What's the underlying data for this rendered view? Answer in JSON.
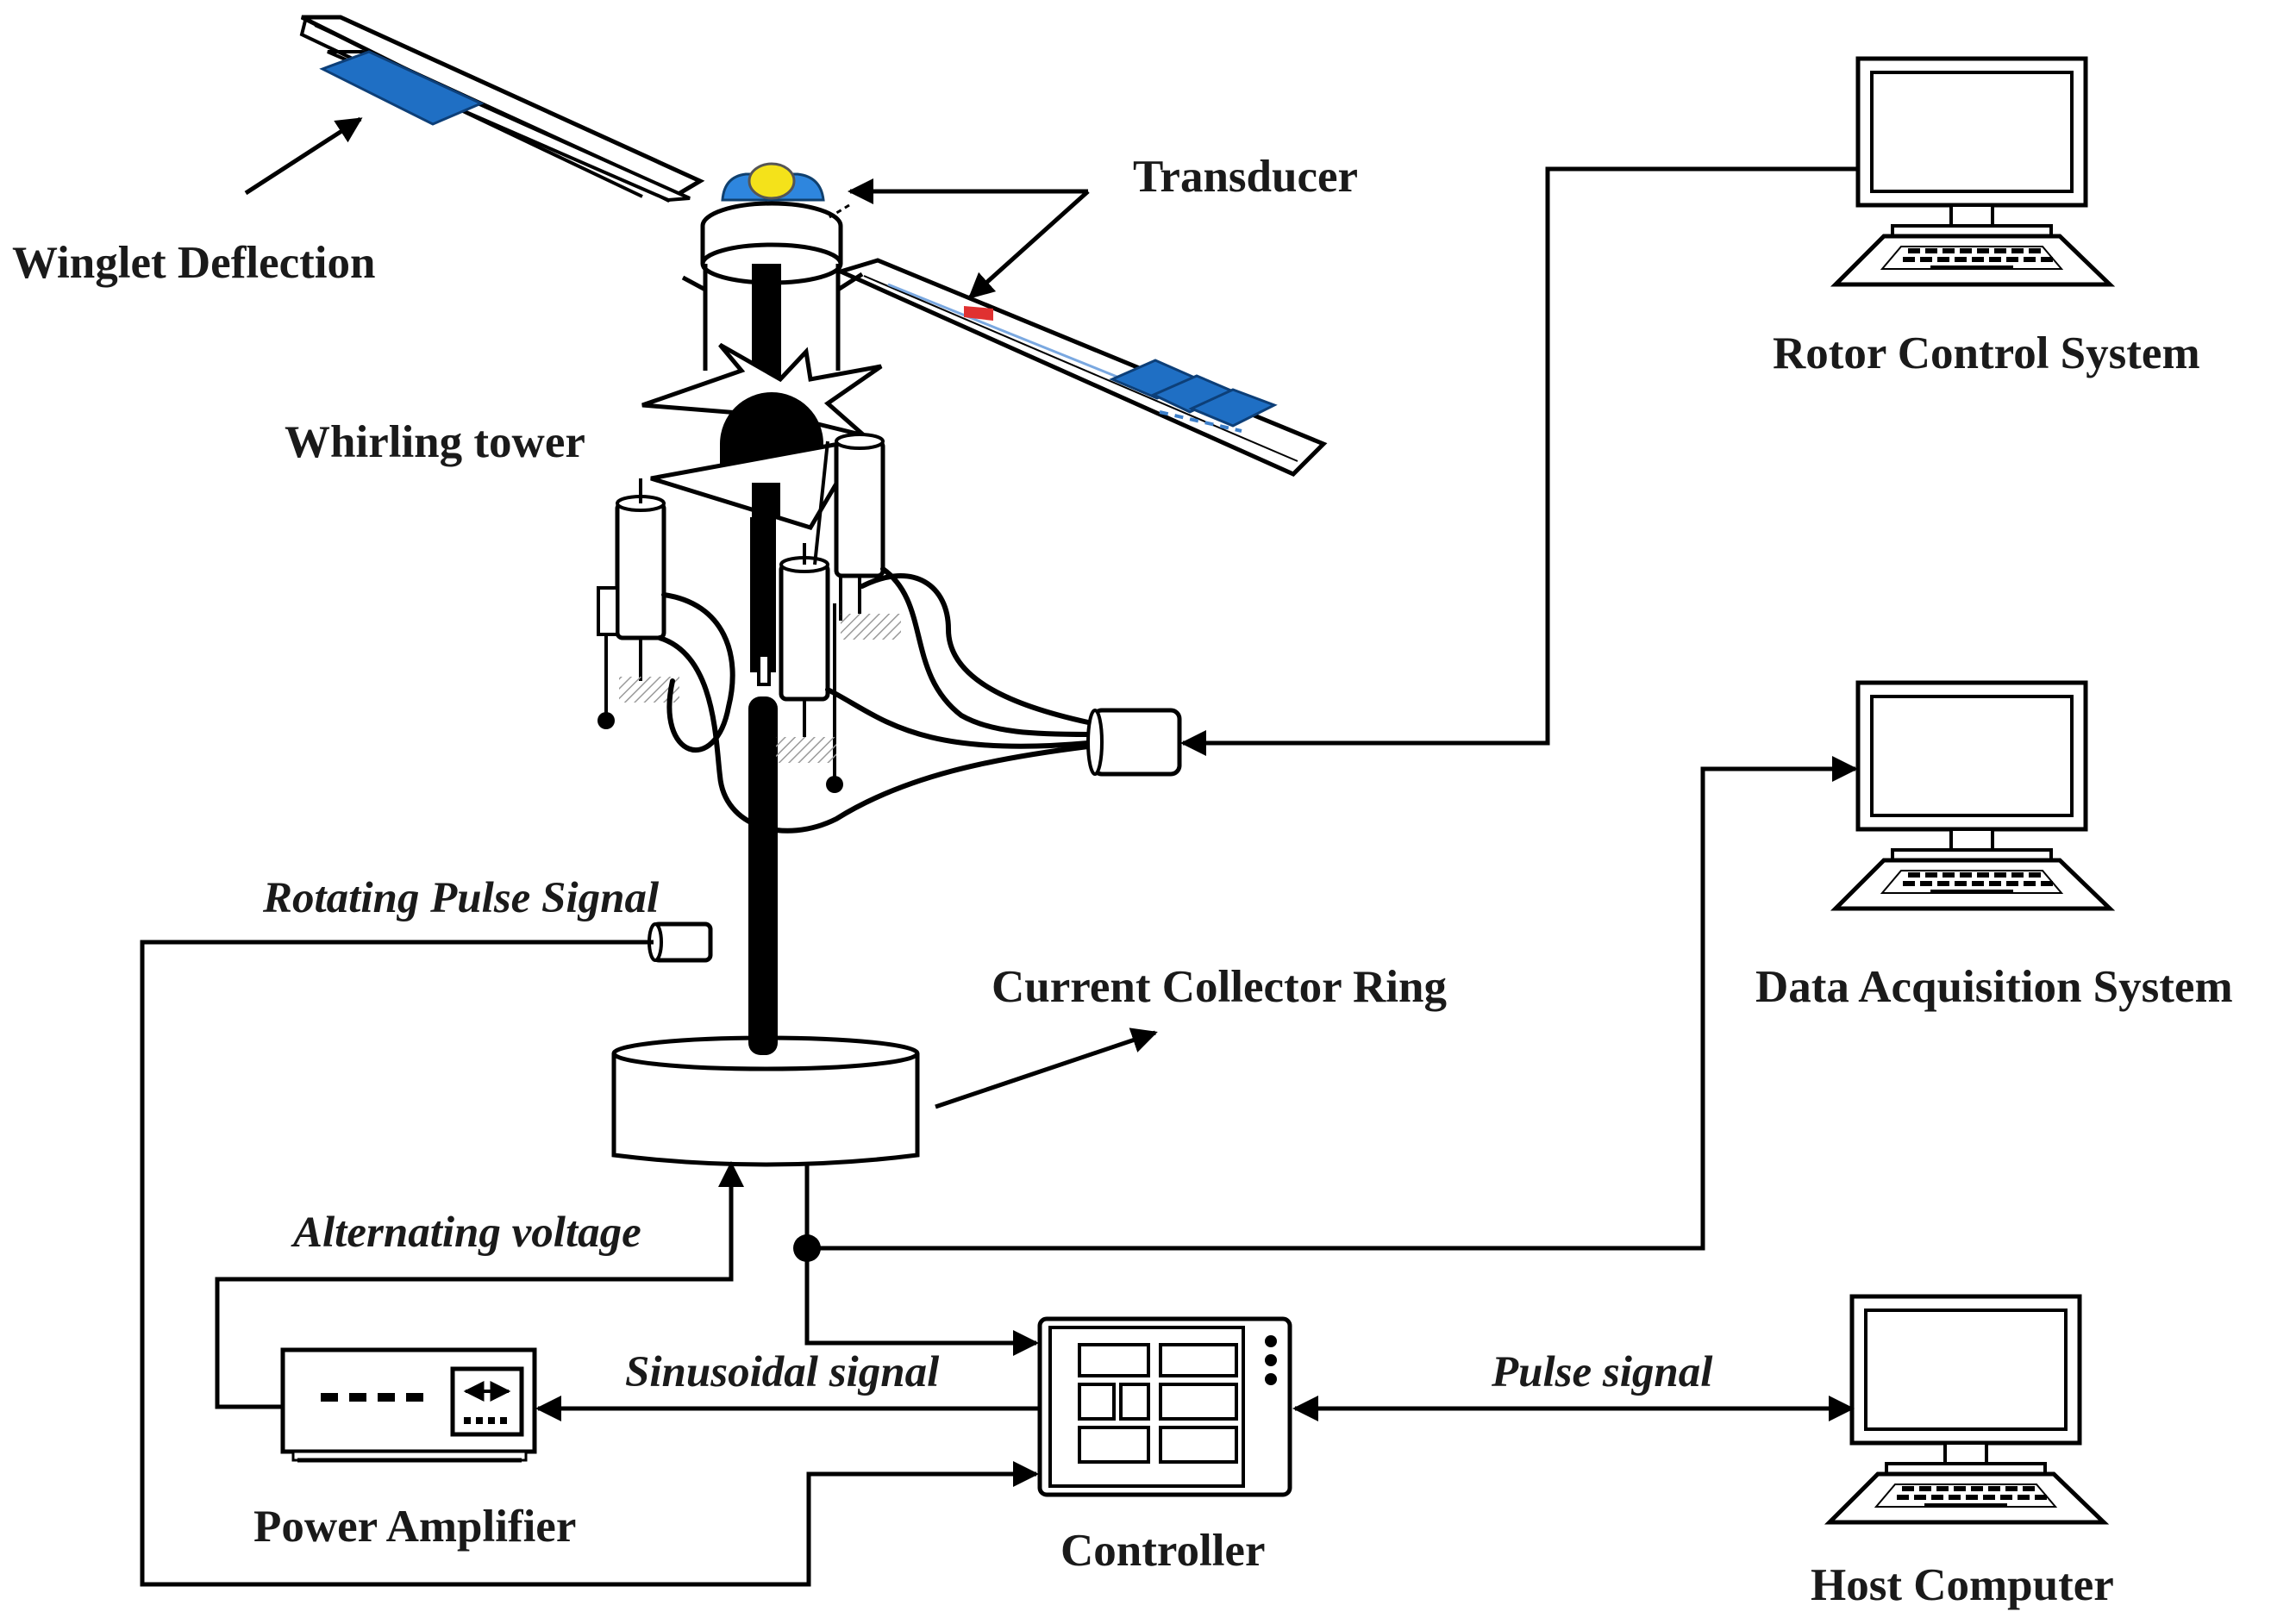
{
  "labels": {
    "winglet_deflection": "Winglet Deflection",
    "transducer": "Transducer",
    "whirling_tower": "Whirling  tower",
    "rotor_control_system": "Rotor Control  System",
    "data_acquisition_system": "Data Acquisition  System",
    "current_collector_ring": "Current  Collector Ring",
    "power_amplifier": "Power Amplifier",
    "controller": "Controller",
    "host_computer": "Host Computer"
  },
  "signals": {
    "rotating_pulse": "Rotating Pulse Signal",
    "alternating_voltage": "Alternating voltage",
    "sinusoidal": "Sinusoidal signal",
    "pulse": "Pulse signal"
  },
  "icons": [
    "computer-icon",
    "amplifier-icon",
    "controller-icon",
    "rotor-blade",
    "tower-icon",
    "collector-ring-icon",
    "pulse-sensor-icon"
  ],
  "colors": {
    "line": "#000000",
    "winglet_blue": "#1f6fc4",
    "hub_blue": "#2e86de",
    "hub_yellow": "#f4e21a",
    "strain_red": "#e03131"
  }
}
